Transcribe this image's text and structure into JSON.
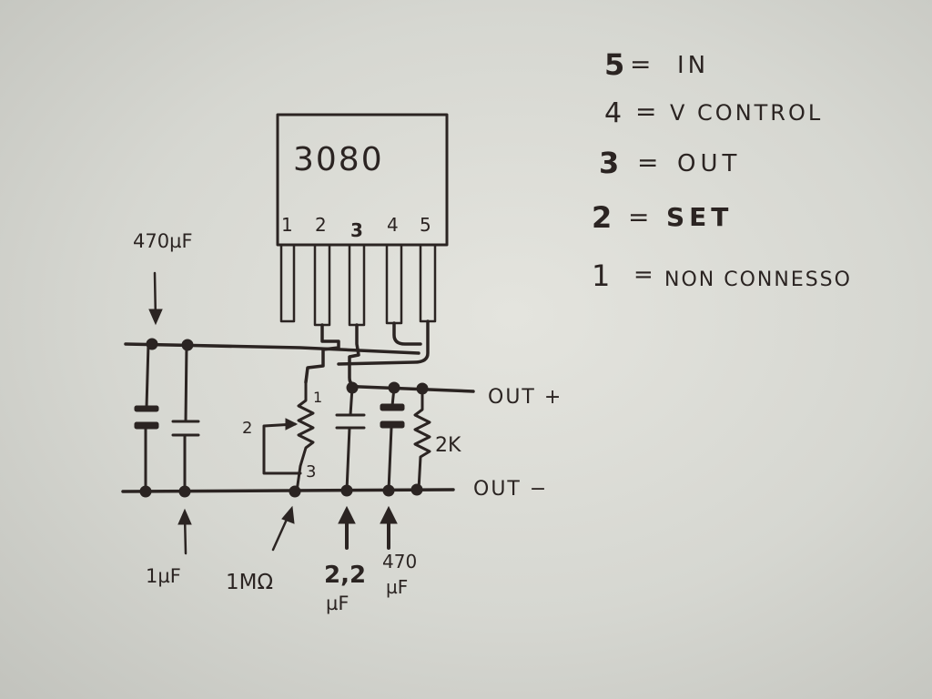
{
  "chip": {
    "label": "3080",
    "pins": [
      "1",
      "2",
      "3",
      "4",
      "5"
    ]
  },
  "legend": [
    {
      "num": "5",
      "sep": "=",
      "text": "IN"
    },
    {
      "num": "4",
      "sep": "=",
      "text": "V CONTROL"
    },
    {
      "num": "3",
      "sep": "=",
      "text": "OUT"
    },
    {
      "num": "2",
      "sep": "=",
      "text": "SET"
    },
    {
      "num": "1",
      "sep": "=",
      "text": "NON CONNESSO"
    }
  ],
  "components": {
    "cap_470_top": "470µF",
    "cap_1uf": "1µF",
    "pot_1m": "1MΩ",
    "cap_22_line1": "2,2",
    "cap_22_line2": "µF",
    "cap_470_bot_line1": "470",
    "cap_470_bot_line2": "µF",
    "res_2k": "2K",
    "pot_pin1": "1",
    "pot_pin2": "2",
    "pot_pin3": "3"
  },
  "outputs": {
    "out_plus": "OUT +",
    "out_minus": "OUT −"
  },
  "colors": {
    "ink": "#2b2422",
    "paper": "#dcdcd6"
  }
}
